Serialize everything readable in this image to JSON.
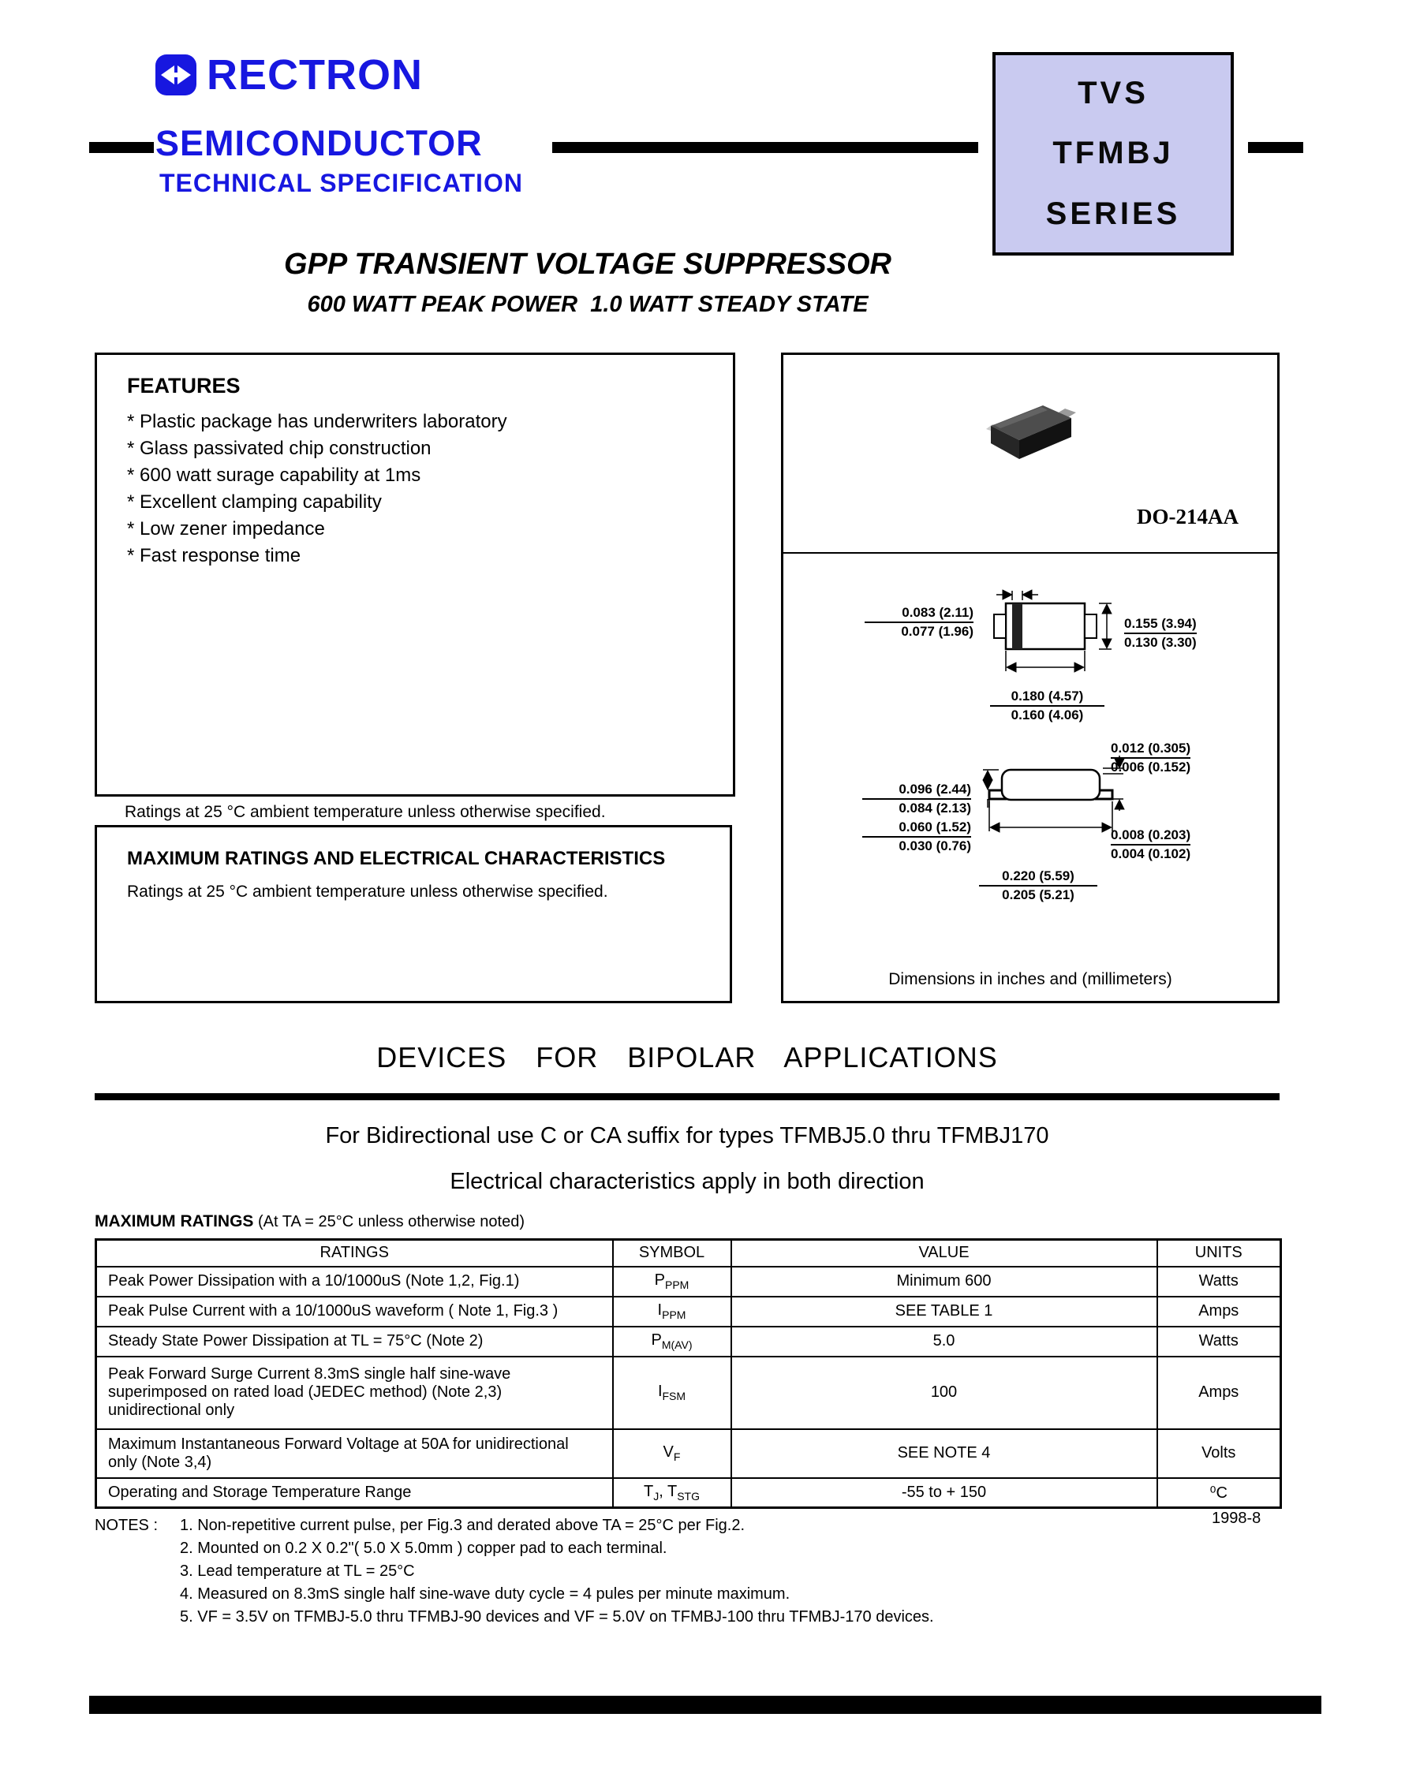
{
  "colors": {
    "brand_blue": "#1717e0",
    "series_bg": "#c9caf0"
  },
  "brand": {
    "name": "RECTRON",
    "line2": "SEMICONDUCTOR",
    "line3": "TECHNICAL SPECIFICATION"
  },
  "series_box": {
    "line1": "TVS",
    "line2": "TFMBJ",
    "line3": "SERIES"
  },
  "title": "GPP TRANSIENT VOLTAGE SUPPRESSOR",
  "subtitle": "600 WATT PEAK POWER  1.0 WATT STEADY STATE",
  "features": {
    "heading": "FEATURES",
    "items": [
      "* Plastic package has underwriters laboratory",
      "* Glass passivated chip construction",
      "* 600 watt surage capability at 1ms",
      "* Excellent clamping capability",
      "* Low zener impedance",
      "* Fast response time"
    ],
    "footnote": "Ratings at 25 °C ambient temperature unless otherwise specified."
  },
  "max_ratings_box": {
    "heading": "MAXIMUM RATINGS AND ELECTRICAL CHARACTERISTICS",
    "note": "Ratings at 25 °C ambient temperature unless otherwise specified."
  },
  "package": {
    "name": "DO-214AA",
    "caption": "Dimensions in inches and (millimeters)",
    "dims": {
      "d1": [
        "0.083 (2.11)",
        "0.077 (1.96)"
      ],
      "d2": [
        "0.155 (3.94)",
        "0.130 (3.30)"
      ],
      "d3": [
        "0.180 (4.57)",
        "0.160 (4.06)"
      ],
      "d4": [
        "0.012 (0.305)",
        "0.006 (0.152)"
      ],
      "d5": [
        "0.096 (2.44)",
        "0.084 (2.13)"
      ],
      "d6": [
        "0.060 (1.52)",
        "0.030 (0.76)"
      ],
      "d7": [
        "0.008 (0.203)",
        "0.004 (0.102)"
      ],
      "d8": [
        "0.220 (5.59)",
        "0.205 (5.21)"
      ]
    }
  },
  "bipolar": {
    "heading": "DEVICES FOR BIPOLAR APPLICATIONS",
    "line1": "For Bidirectional use C or CA suffix for types TFMBJ5.0 thru TFMBJ170",
    "line2": "Electrical characteristics apply in both direction"
  },
  "ratings_table": {
    "intro_bold": "MAXIMUM RATINGS",
    "intro_rest": " (At TA = 25°C unless otherwise noted)",
    "headers": [
      "RATINGS",
      "SYMBOL",
      "VALUE",
      "UNITS"
    ],
    "rows": [
      {
        "rating": "Peak Power Dissipation with a 10/1000uS (Note 1,2, Fig.1)",
        "symbol": [
          {
            "t": "P"
          },
          {
            "t": "PPM",
            "sub": true
          }
        ],
        "value": "Minimum 600",
        "units": "Watts",
        "h": "h38"
      },
      {
        "rating": "Peak Pulse Current with a 10/1000uS waveform ( Note 1, Fig.3 )",
        "symbol": [
          {
            "t": "I"
          },
          {
            "t": "PPM",
            "sub": true
          }
        ],
        "value": "SEE TABLE 1",
        "units": "Amps",
        "h": "h38"
      },
      {
        "rating": "Steady State Power Dissipation at TL = 75°C (Note 2)",
        "symbol": [
          {
            "t": "P"
          },
          {
            "t": "M(AV)",
            "sub": true
          }
        ],
        "value": "5.0",
        "units": "Watts",
        "h": "h38"
      },
      {
        "rating": "Peak Forward Surge Current 8.3mS single half sine-wave\nsuperimposed on rated load (JEDEC method) (Note 2,3)\nunidirectional only",
        "symbol": [
          {
            "t": "I"
          },
          {
            "t": "FSM",
            "sub": true
          }
        ],
        "value": "100",
        "units": "Amps",
        "h": "h92"
      },
      {
        "rating": "Maximum Instantaneous Forward Voltage at 50A for unidirectional\nonly (Note 3,4)",
        "symbol": [
          {
            "t": "V"
          },
          {
            "t": "F",
            "sub": true
          }
        ],
        "value": "SEE NOTE 4",
        "units": "Volts",
        "h": "h62"
      },
      {
        "rating": "Operating and Storage Temperature Range",
        "symbol": [
          {
            "t": "T"
          },
          {
            "t": "J",
            "sub": true
          },
          {
            "t": ", "
          },
          {
            "t": "T"
          },
          {
            "t": "STG",
            "sub": true
          }
        ],
        "value": "-55 to + 150",
        "units": "⁰C",
        "h": "h38"
      }
    ]
  },
  "notes": {
    "label": "NOTES :",
    "items": [
      "1. Non-repetitive current pulse, per Fig.3 and derated above TA = 25°C per Fig.2.",
      "2. Mounted on 0.2 X 0.2\"(  5.0 X 5.0mm ) copper pad to each terminal.",
      "3. Lead temperature at TL = 25°C",
      "4. Measured on 8.3mS single half sine-wave duty cycle = 4 pules per minute maximum.",
      "5. VF = 3.5V on TFMBJ-5.0 thru TFMBJ-90 devices and VF = 5.0V on TFMBJ-100 thru TFMBJ-170 devices."
    ],
    "date": "1998-8"
  }
}
